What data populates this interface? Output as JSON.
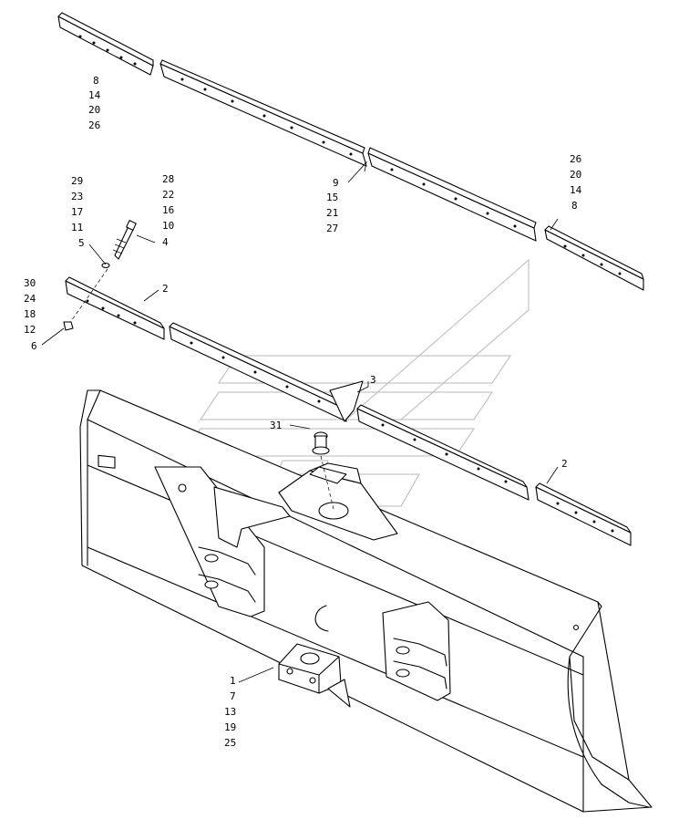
{
  "callouts": {
    "top_left_edge": [
      "8",
      "14",
      "20",
      "26"
    ],
    "center_edge": [
      "9",
      "15",
      "21",
      "27"
    ],
    "right_edge": [
      "26",
      "20",
      "14",
      "8"
    ],
    "bolt_left_col": [
      "29",
      "23",
      "17",
      "11",
      "5"
    ],
    "bolt_right_col": [
      "28",
      "22",
      "16",
      "10",
      "4"
    ],
    "nut_col": [
      "30",
      "24",
      "18",
      "12",
      "6"
    ],
    "bit_upper_left": "2",
    "bit_lower_right": "2",
    "bracket": "3",
    "pin": "31",
    "mount": [
      "1",
      "7",
      "13",
      "19",
      "25"
    ]
  },
  "colors": {
    "line": "#000000",
    "watermark": "#b8b8b8",
    "background": "#ffffff"
  }
}
